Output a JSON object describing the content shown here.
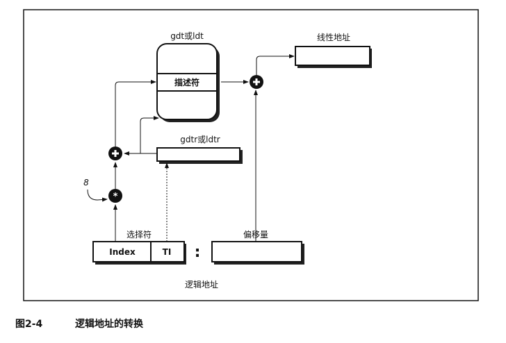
{
  "diagram": {
    "table_label": "gdt或ldt",
    "descriptor_label": "描述符",
    "linear_address_label": "线性地址",
    "register_label": "gdtr或ldtr",
    "multiplier_constant": "8",
    "selector_label": "选择符",
    "index_field": "Index",
    "ti_field": "TI",
    "offset_label": "偏移量",
    "logical_address_label": "逻辑地址",
    "colon": ":"
  },
  "caption": {
    "figure_number": "图2-4",
    "title": "逻辑地址的转换"
  }
}
